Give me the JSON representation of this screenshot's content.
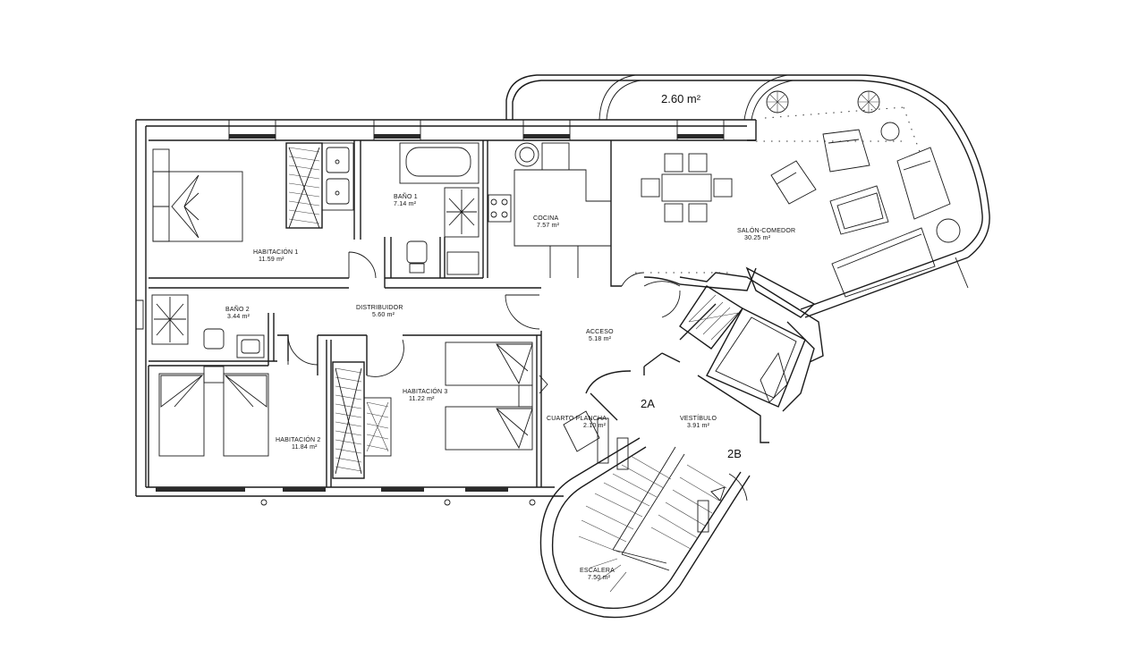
{
  "plan": {
    "terrace_area": "2.60 m²",
    "markers": {
      "a": "2A",
      "b": "2B"
    },
    "rooms": [
      {
        "id": "habitacion-1",
        "name": "HABITACIÓN 1",
        "area": "11.59 m²"
      },
      {
        "id": "bano-1",
        "name": "BAÑO 1",
        "area": "7.14 m²"
      },
      {
        "id": "cocina",
        "name": "COCINA",
        "area": "7.57 m²"
      },
      {
        "id": "salon-comedor",
        "name": "SALÓN-COMEDOR",
        "area": "30.25 m²"
      },
      {
        "id": "bano-2",
        "name": "BAÑO 2",
        "area": "3.44 m²"
      },
      {
        "id": "distribuidor",
        "name": "DISTRIBUIDOR",
        "area": "5.60 m²"
      },
      {
        "id": "acceso",
        "name": "ACCESO",
        "area": "5.18 m²"
      },
      {
        "id": "habitacion-3",
        "name": "HABITACIÓN 3",
        "area": "11.22 m²"
      },
      {
        "id": "habitacion-2",
        "name": "HABITACIÓN 2",
        "area": "11.84 m²"
      },
      {
        "id": "cuarto-plancha",
        "name": "CUARTO PLANCHA",
        "area": "2.10 m²"
      },
      {
        "id": "vestibulo",
        "name": "VESTÍBULO",
        "area": "3.91 m²"
      },
      {
        "id": "escalera",
        "name": "ESCALERA",
        "area": "7.50 m²"
      }
    ]
  }
}
